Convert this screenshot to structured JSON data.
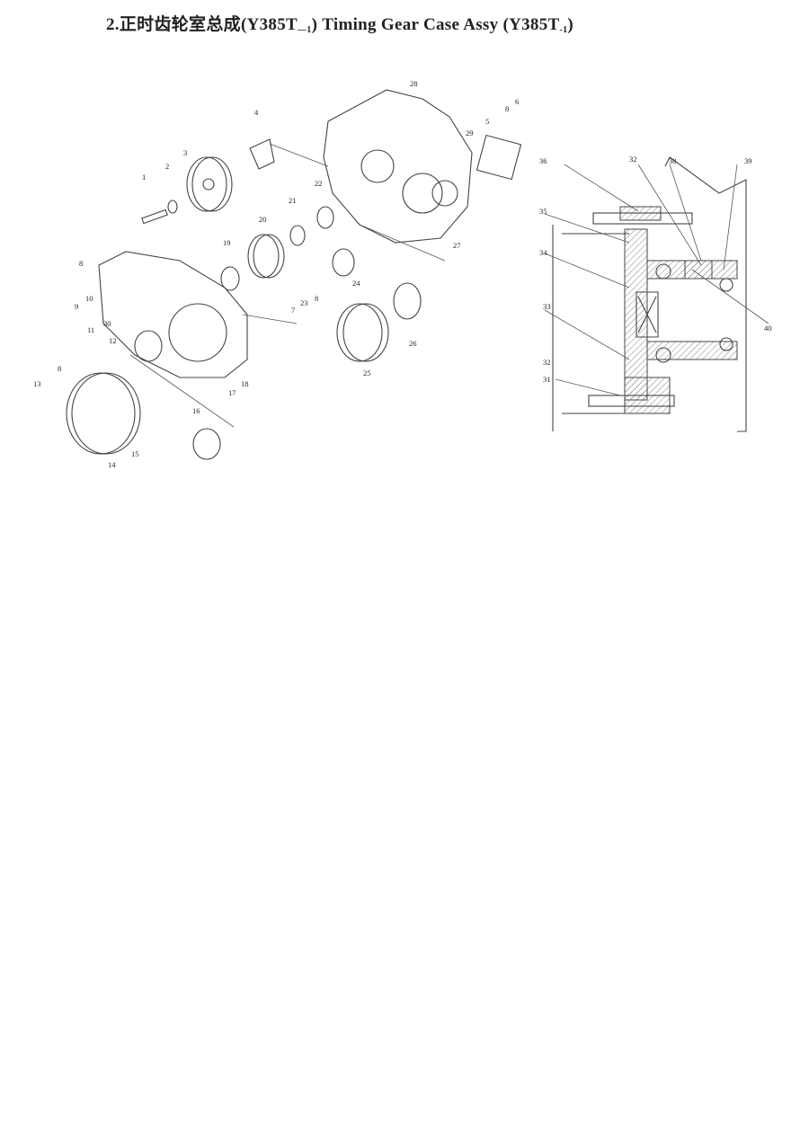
{
  "title": {
    "prefix": "2.正时齿轮室总成(Y385T",
    "sub1": "—1",
    "middle": ")   Timing Gear Case Assy (Y385T",
    "sub2": "-1",
    "suffix": ")"
  },
  "exploded_view_labels": [
    "1",
    "2",
    "3",
    "4",
    "28",
    "29",
    "5",
    "8",
    "6",
    "21",
    "22",
    "20",
    "19",
    "27",
    "24",
    "7",
    "8",
    "9",
    "10",
    "11",
    "30",
    "12",
    "17",
    "18",
    "23",
    "8",
    "26",
    "25",
    "13",
    "8",
    "14",
    "15",
    "16"
  ],
  "section_view_labels": [
    "36",
    "32",
    "38",
    "39",
    "35",
    "34",
    "33",
    "40",
    "32",
    "31"
  ]
}
